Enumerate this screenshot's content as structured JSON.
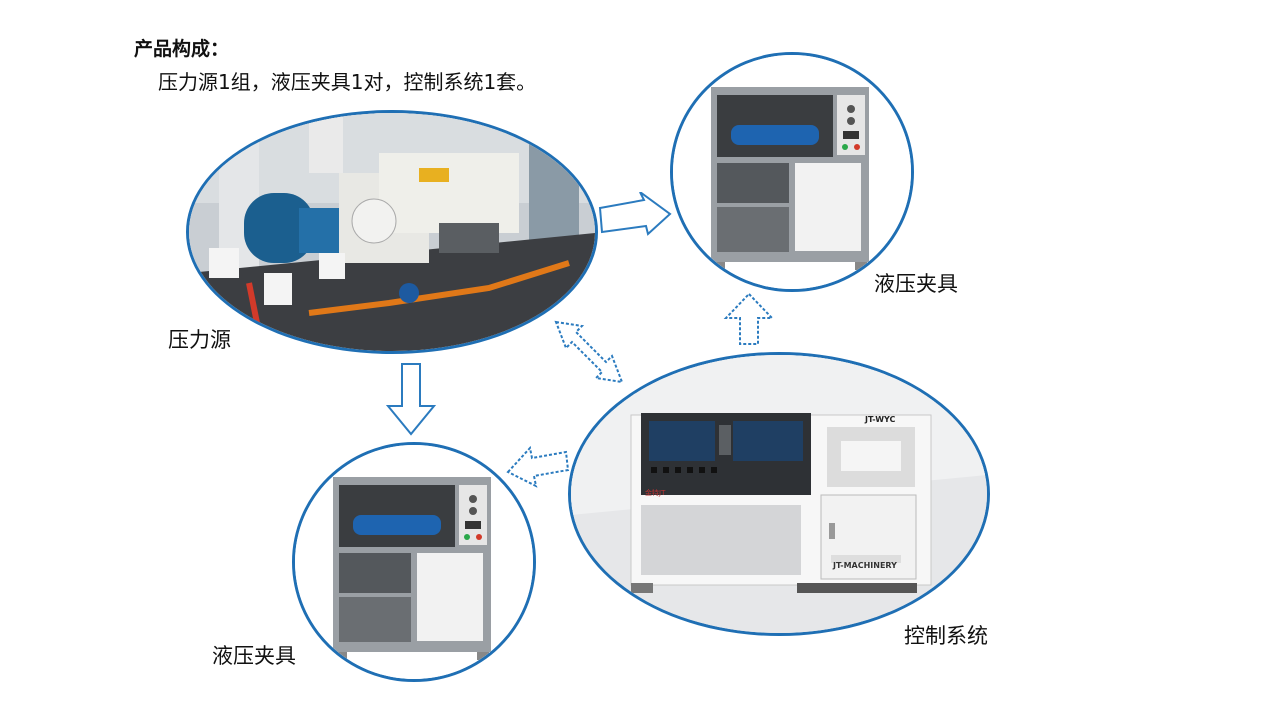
{
  "header": {
    "title": "产品构成：",
    "subtitle": "压力源1组，液压夹具1对，控制系统1套。"
  },
  "components": {
    "pressure_source_label": "压力源",
    "fixture_top_label": "液压夹具",
    "fixture_bottom_label": "液压夹具",
    "control_system_label": "控制系统"
  },
  "machine_text": {
    "model_badge": "JT-WYC",
    "brand_plate": "JT-MACHINERY",
    "panel_logo": "金特JT"
  },
  "colors": {
    "frame_blue": "#1f6fb4",
    "arrow_blue": "#2b7bbf"
  }
}
